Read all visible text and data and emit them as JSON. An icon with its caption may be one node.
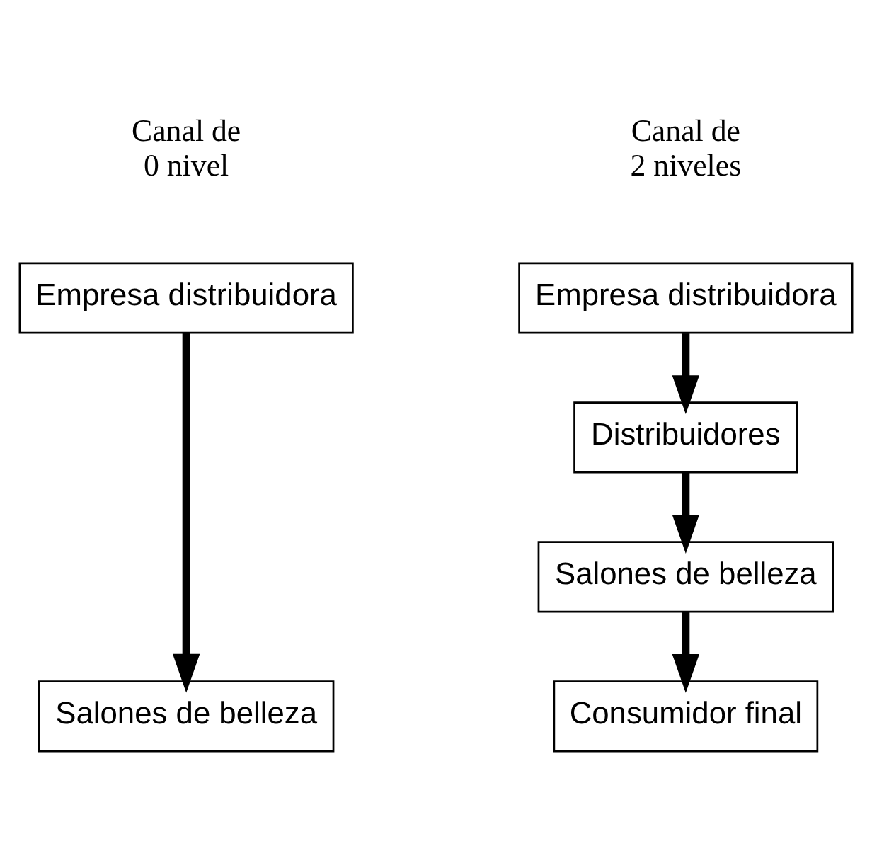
{
  "diagram": {
    "nodes": [
      {
        "text": [
          "Empresa distribuidora"
        ]
      },
      {
        "text": [
          "Salones de belleza"
        ]
      },
      {
        "text": [
          "Empresa distribuidora"
        ]
      },
      {
        "text": [
          "Distribuidores"
        ]
      },
      {
        "text": [
          "Salones de belleza"
        ]
      },
      {
        "text": [
          "Consumidor final"
        ]
      }
    ],
    "edges": [
      {
        "from": 0,
        "to": 1,
        "arrow": "to"
      },
      {
        "from": 2,
        "to": 3,
        "arrow": "to"
      },
      {
        "from": 3,
        "to": 4,
        "arrow": "to"
      },
      {
        "from": 4,
        "to": 5,
        "arrow": "to"
      }
    ],
    "labels": [
      "Canal de 0 nivel",
      "Canal de 2 niveles"
    ]
  }
}
